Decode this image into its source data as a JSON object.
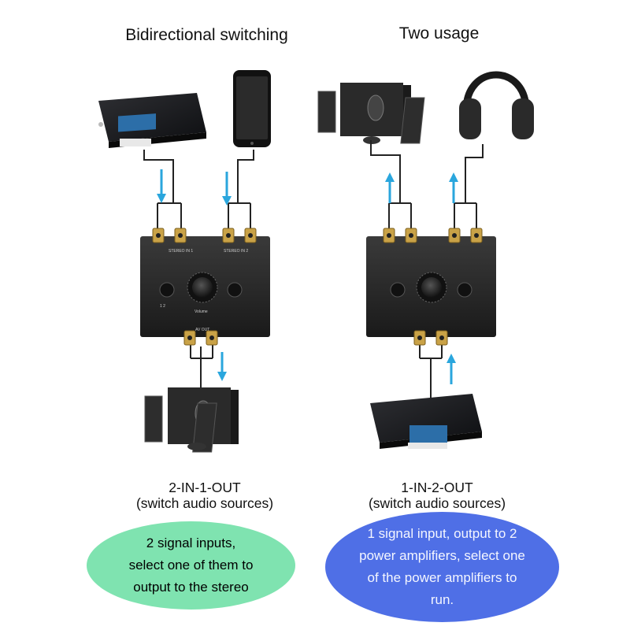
{
  "left_panel": {
    "title": "Bidirectional switching",
    "mode": "2-IN-1-OUT",
    "mode_sub": "(switch audio sources)",
    "bubble_lines": [
      "2 signal inputs,",
      "select one of them to",
      "output to the stereo"
    ],
    "bubble_color": "#7fe3b0"
  },
  "right_panel": {
    "title": "Two usage",
    "mode": "1-IN-2-OUT",
    "mode_sub": "(switch audio sources)",
    "bubble_lines": [
      "1 signal input, output to 2",
      "power amplifiers, select one",
      "of the power amplifiers to",
      "run."
    ],
    "bubble_color": "#4f6fe6"
  },
  "switch_box": {
    "in1_label": "STEREO IN 1",
    "in2_label": "STEREO IN 2",
    "out_label": "AV OUT",
    "volume_label": "Volume",
    "button1_label": "1 2"
  },
  "colors": {
    "arrow": "#2aa6dd",
    "box": "#2a2a2a",
    "connector": "#c9a247",
    "wire": "#222222"
  }
}
